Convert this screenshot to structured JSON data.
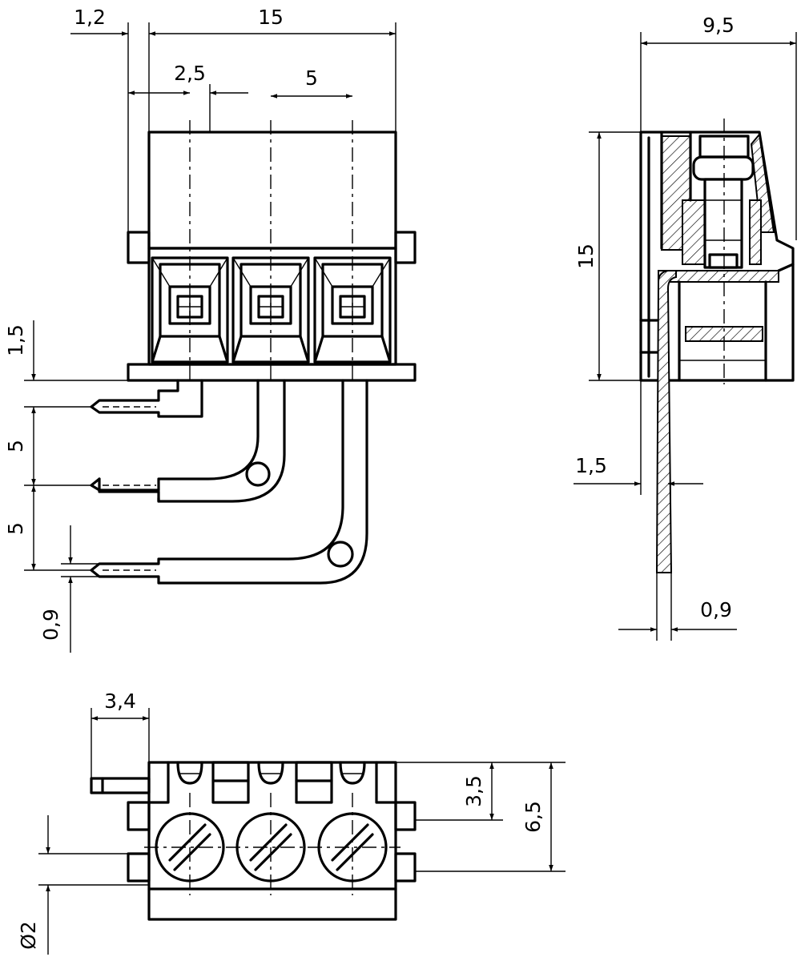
{
  "drawing": {
    "front_view": {
      "dim_width": "15",
      "dim_offset": "1,2",
      "dim_half_pitch": "2,5",
      "dim_pitch": "5",
      "dim_pin_step_1": "5",
      "dim_pin_step_2": "5",
      "dim_base": "1,5",
      "dim_pin": "0,9"
    },
    "side_view": {
      "dim_depth": "9,5",
      "dim_height": "15",
      "dim_pin_offset": "1,5",
      "dim_pin": "0,9"
    },
    "top_view": {
      "dim_overhang": "3,4",
      "dim_screw_pos": "3,5",
      "dim_depth": "6,5",
      "dim_diameter": "Ø2"
    }
  }
}
